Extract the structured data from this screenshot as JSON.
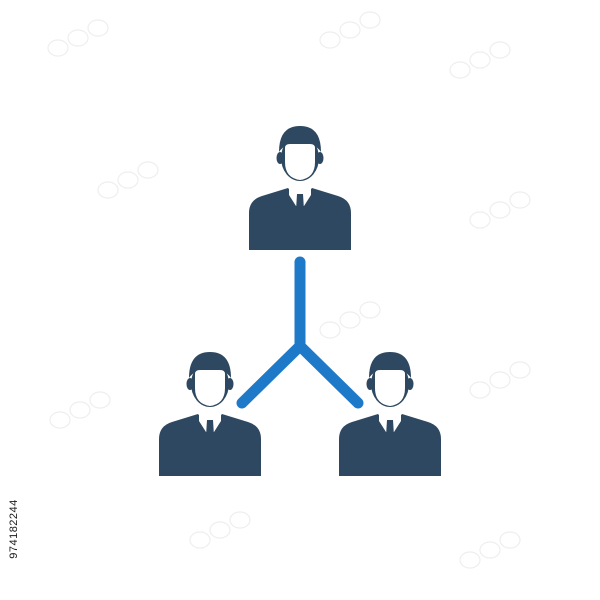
{
  "stock_id": "974182244",
  "icon": {
    "name": "team-hierarchy-icon",
    "people": [
      {
        "role": "top-person"
      },
      {
        "role": "bottom-left-person"
      },
      {
        "role": "bottom-right-person"
      }
    ]
  },
  "colors": {
    "person": "#2d4860",
    "connector": "#1e7ac9",
    "background": "#ffffff",
    "watermark": "#eeeeee"
  }
}
